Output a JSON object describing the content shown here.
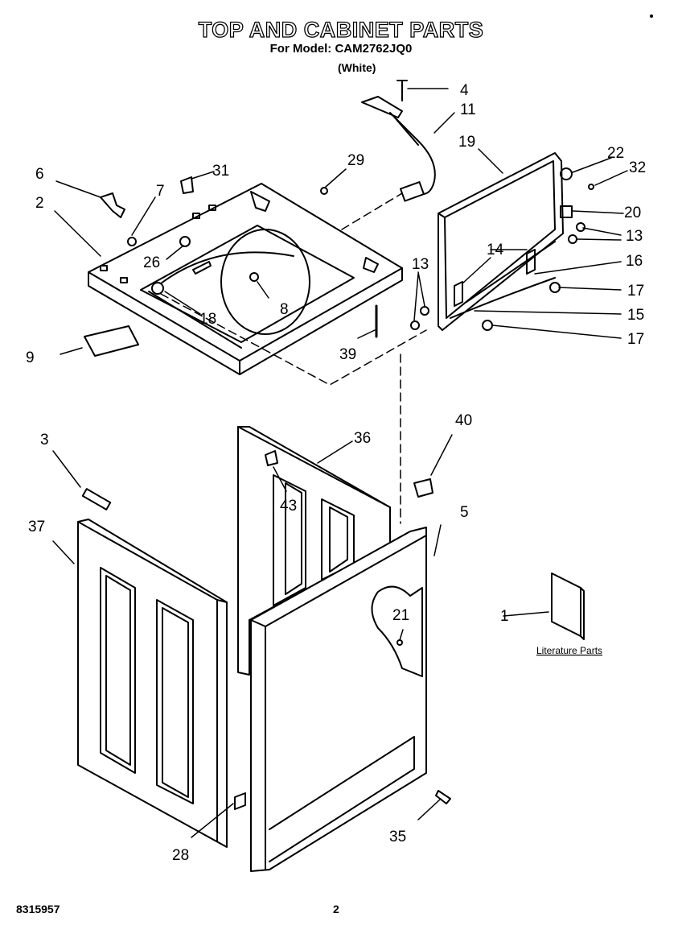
{
  "header": {
    "title": "TOP AND CABINET PARTS",
    "model_line": "For Model: CAM2762JQ0",
    "color_line": "(White)"
  },
  "literature_label": "Literature Parts",
  "footer": {
    "doc_number": "8315957",
    "page_number": "2"
  },
  "callouts": {
    "c1": "1",
    "c2": "2",
    "c3": "3",
    "c4": "4",
    "c5": "5",
    "c6": "6",
    "c7": "7",
    "c8": "8",
    "c9": "9",
    "c11": "11",
    "c13a": "13",
    "c13b": "13",
    "c14": "14",
    "c15": "15",
    "c16": "16",
    "c17a": "17",
    "c17b": "17",
    "c18": "18",
    "c19": "19",
    "c20": "20",
    "c21": "21",
    "c22": "22",
    "c26": "26",
    "c28": "28",
    "c29": "29",
    "c31": "31",
    "c32": "32",
    "c35": "35",
    "c36": "36",
    "c37": "37",
    "c39": "39",
    "c40": "40",
    "c43": "43"
  }
}
